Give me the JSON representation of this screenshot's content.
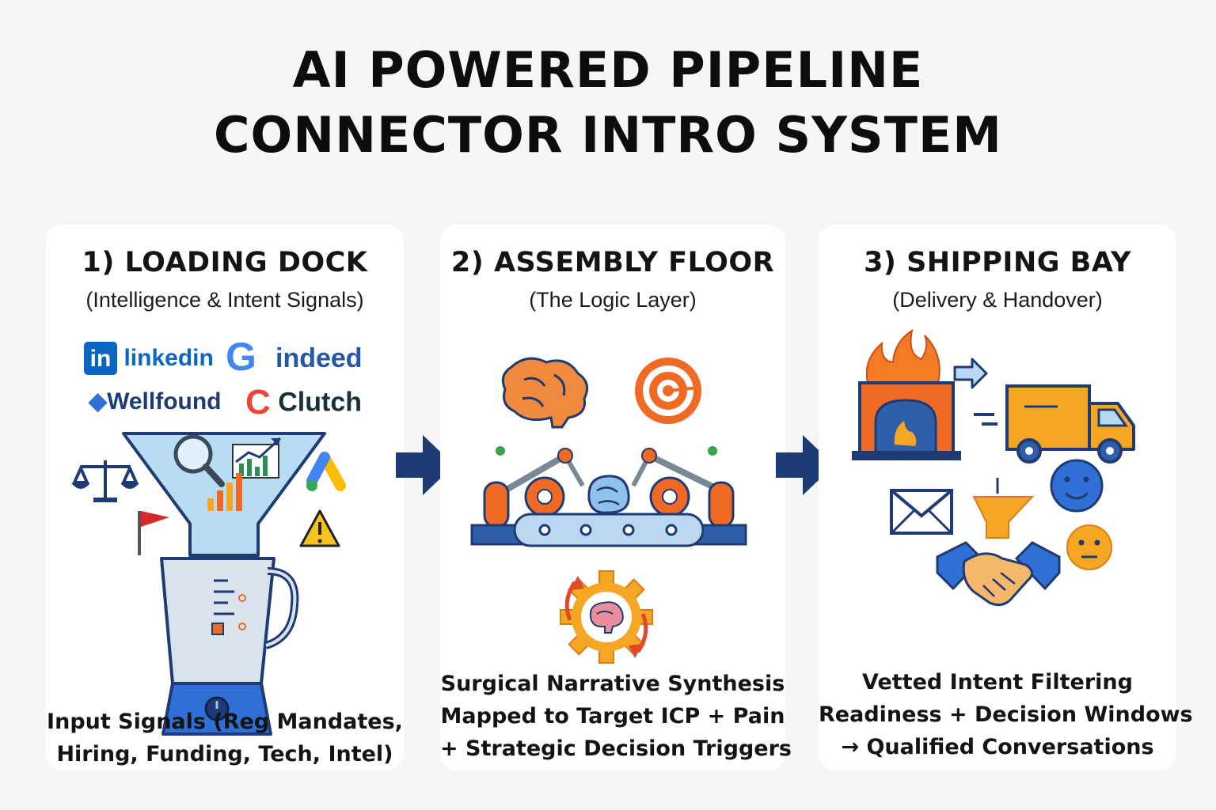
{
  "title": {
    "line1": "AI POWERED PIPELINE",
    "line2": "CONNECTOR INTRO SYSTEM"
  },
  "stages": [
    {
      "heading": "1) LOADING DOCK",
      "subheading": "(Intelligence & Intent Signals)",
      "logos": {
        "linkedin_badge": "in",
        "linkedin": "linkedin",
        "google": "G",
        "indeed": "indeed",
        "wellfound": "Wellfound",
        "clutch": "Clutch"
      },
      "caption": [
        "Input Signals (Reg Mandates,",
        "Hiring, Funding, Tech, Intel)"
      ]
    },
    {
      "heading": "2) ASSEMBLY FLOOR",
      "subheading": "(The Logic Layer)",
      "caption": [
        "Surgical Narrative Synthesis",
        "Mapped to Target ICP  + Pain",
        "+ Strategic Decision Triggers"
      ]
    },
    {
      "heading": "3) SHIPPING BAY",
      "subheading": "(Delivery & Handover)",
      "caption": [
        "Vetted Intent Filtering",
        "Readiness + Decision Windows",
        "→ Qualified Conversations"
      ]
    }
  ],
  "icons": {
    "stage1": [
      "linkedin-logo-icon",
      "google-logo-icon",
      "indeed-logo-icon",
      "wellfound-logo-icon",
      "clutch-logo-icon",
      "funnel-icon",
      "magnifier-icon",
      "growth-chart-icon",
      "bar-chart-icon",
      "scales-icon",
      "red-flag-icon",
      "warning-icon",
      "google-ads-icon",
      "blender-icon"
    ],
    "stage2": [
      "brain-icon",
      "target-icon",
      "robot-arm-icon",
      "conveyor-belt-icon",
      "gear-brain-icon"
    ],
    "stage3": [
      "furnace-icon",
      "arrow-right-icon",
      "delivery-truck-icon",
      "envelope-icon",
      "filter-funnel-icon",
      "smiley-icon",
      "neutral-face-icon",
      "handshake-icon"
    ],
    "connectors": [
      "flow-arrow-icon",
      "flow-arrow-icon"
    ]
  },
  "colors": {
    "navy": "#1f3b73",
    "orange": "#f06a25",
    "light_blue": "#b9dcf5",
    "yellow": "#f5a623"
  }
}
